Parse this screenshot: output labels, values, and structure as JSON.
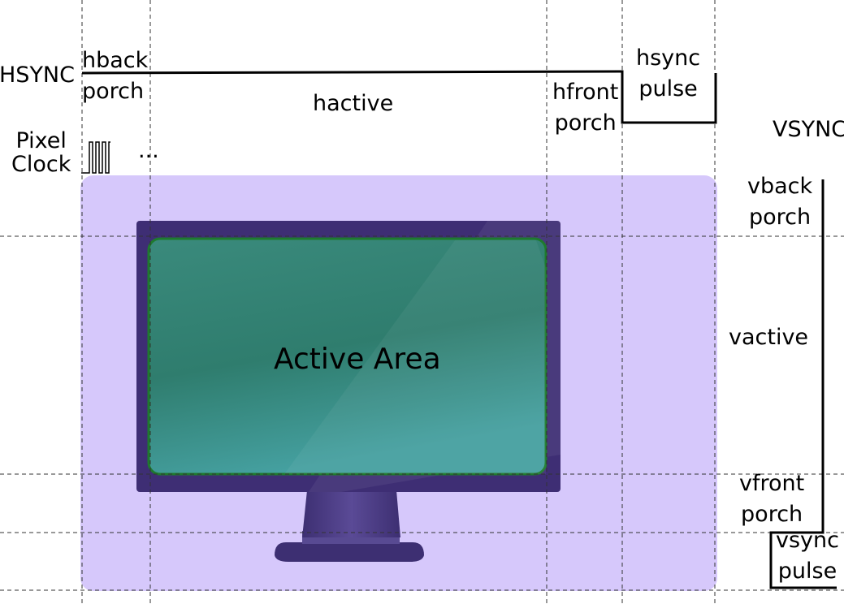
{
  "diagram": {
    "hsync_label": "HSYNC",
    "vsync_label": "VSYNC",
    "pixel_clock_line1": "Pixel",
    "pixel_clock_line2": "Clock",
    "clock_ellipsis": "...",
    "hback_porch": [
      "hback",
      "porch"
    ],
    "hactive": "hactive",
    "hfront_porch": [
      "hfront",
      "porch"
    ],
    "hsync_pulse": [
      "hsync",
      "pulse"
    ],
    "vback_porch": [
      "vback",
      "porch"
    ],
    "vactive": "vactive",
    "vfront_porch": [
      "vfront",
      "porch"
    ],
    "vsync_pulse": [
      "vsync",
      "pulse"
    ],
    "active_area": "Active Area"
  },
  "colors": {
    "blanking_region": "#d6c8fb",
    "monitor_bezel": "#3e2e74",
    "screen": "#3a8a80",
    "screen_border": "#1e7a2e",
    "stand": "#4a3c82",
    "grid_line": "#333333",
    "signal_line": "#000000"
  },
  "icons": [
    "monitor-icon"
  ]
}
